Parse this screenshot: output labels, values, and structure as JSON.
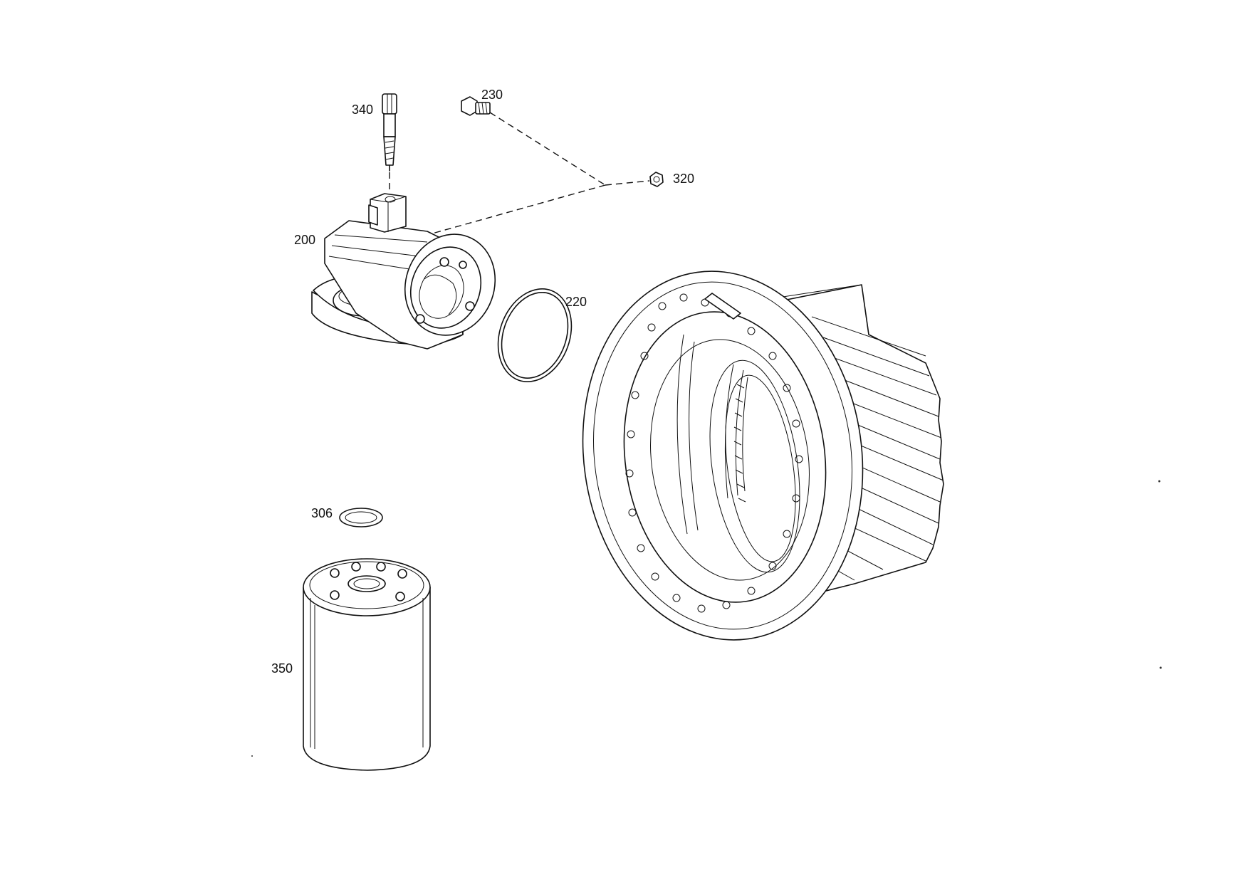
{
  "diagram": {
    "callouts": {
      "c340": "340",
      "c230": "230",
      "c320": "320",
      "c200": "200",
      "c220": "220",
      "c306": "306",
      "c350": "350"
    }
  }
}
